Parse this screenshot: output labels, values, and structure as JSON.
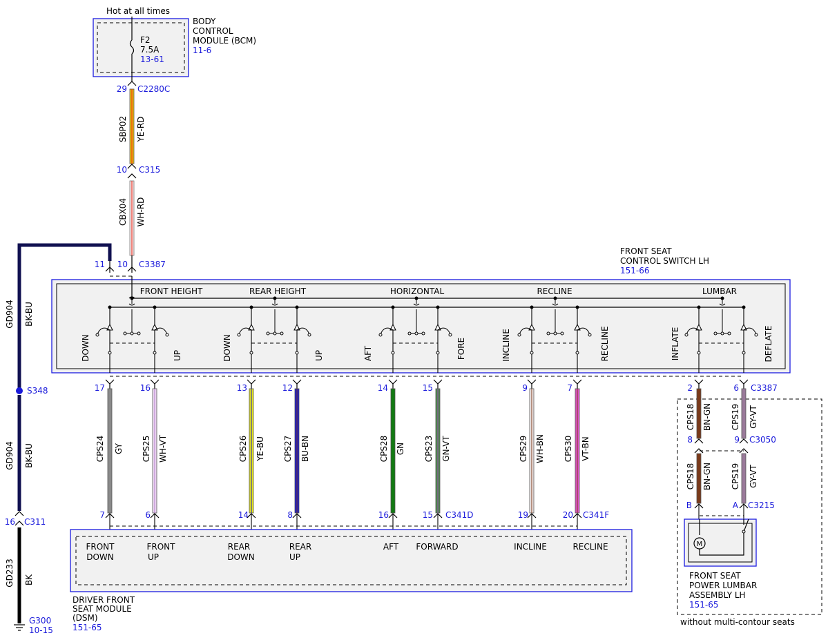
{
  "colors": {
    "ref_blue": "#1a1adb",
    "wire_GY": "#8a8a8a",
    "wire_WH-VT": "#d9b8e6",
    "wire_YE-BU": "#e6e61a",
    "wire_BU-BN": "#1a1acc",
    "wire_GN": "#127a12",
    "wire_GN-VT": "#4d8a4d",
    "wire_WH-BN": "#c9a9a9",
    "wire_VT-BN": "#e055c8",
    "wire_BN-GN": "#7a3a1a",
    "wire_GY-VT": "#9a7a9a",
    "wire_YE-RD": "#f0c010",
    "wire_WH-RD": "#f0b0b0",
    "wire_BK-BU": "#101050",
    "wire_BK": "#000000"
  },
  "power": {
    "label": "Hot at all times"
  },
  "bcm": {
    "name_line1": "BODY",
    "name_line2": "CONTROL",
    "name_line3": "MODULE (BCM)",
    "ref": "11-6",
    "fuse_name": "F2",
    "fuse_rating": "7.5A",
    "fuse_ref": "13-61",
    "pin": "29",
    "connector": "C2280C"
  },
  "feed_wire": {
    "circuit": "SBP02",
    "color": "YE-RD"
  },
  "c315": {
    "pin": "10",
    "connector": "C315"
  },
  "cbx_wire": {
    "circuit": "CBX04",
    "color": "WH-RD"
  },
  "switch": {
    "name_line1": "FRONT SEAT",
    "name_line2": "CONTROL SWITCH LH",
    "ref": "151-66",
    "top_connector": "C3387",
    "top_pin_ground": "11",
    "top_pin_power": "10",
    "groups": [
      {
        "label": "FRONT HEIGHT",
        "left": "DOWN",
        "right": "UP"
      },
      {
        "label": "REAR HEIGHT",
        "left": "DOWN",
        "right": "UP"
      },
      {
        "label": "HORIZONTAL",
        "left": "AFT",
        "right": "FORE"
      },
      {
        "label": "RECLINE",
        "left": "INCLINE",
        "right": "RECLINE"
      },
      {
        "label": "LUMBAR",
        "left": "INFLATE",
        "right": "DEFLATE"
      }
    ],
    "bottom_connector": "C3387"
  },
  "ground_wire": {
    "circuit": "GD904",
    "color": "BK-BU",
    "splice": "S348",
    "circuit2": "GD904",
    "color2": "BK-BU",
    "c311_pin": "16",
    "c311": "C311",
    "circuit3": "GD233",
    "color3": "BK",
    "ground": "G300",
    "ground_ref": "10-15"
  },
  "wires": [
    {
      "top_pin": "17",
      "circuit": "CPS24",
      "color": "GY",
      "bottom_pin": "7"
    },
    {
      "top_pin": "16",
      "circuit": "CPS25",
      "color": "WH-VT",
      "bottom_pin": "6"
    },
    {
      "top_pin": "13",
      "circuit": "CPS26",
      "color": "YE-BU",
      "bottom_pin": "14"
    },
    {
      "top_pin": "12",
      "circuit": "CPS27",
      "color": "BU-BN",
      "bottom_pin": "8"
    },
    {
      "top_pin": "14",
      "circuit": "CPS28",
      "color": "GN",
      "bottom_pin": "16"
    },
    {
      "top_pin": "15",
      "circuit": "CPS23",
      "color": "GN-VT",
      "bottom_pin": "15"
    },
    {
      "top_pin": "9",
      "circuit": "CPS29",
      "color": "WH-BN",
      "bottom_pin": "19"
    },
    {
      "top_pin": "7",
      "circuit": "CPS30",
      "color": "VT-BN",
      "bottom_pin": "20"
    }
  ],
  "dsm_connectors": {
    "left": "C341D",
    "right": "C341F"
  },
  "dsm": {
    "inputs": [
      {
        "line1": "FRONT",
        "line2": "DOWN"
      },
      {
        "line1": "FRONT",
        "line2": "UP"
      },
      {
        "line1": "REAR",
        "line2": "DOWN"
      },
      {
        "line1": "REAR",
        "line2": "UP"
      },
      {
        "line1": "AFT",
        "line2": ""
      },
      {
        "line1": "FORWARD",
        "line2": ""
      },
      {
        "line1": "INCLINE",
        "line2": ""
      },
      {
        "line1": "RECLINE",
        "line2": ""
      }
    ],
    "name_line1": "DRIVER FRONT",
    "name_line2": "SEAT MODULE",
    "name_line3": "(DSM)",
    "ref": "151-65"
  },
  "lumbar": {
    "wire_a_top_pin": "2",
    "wire_b_top_pin": "6",
    "circuit_a": "CPS18",
    "color_a": "BN-GN",
    "circuit_b": "CPS19",
    "color_b": "GY-VT",
    "mid_pin_a": "8",
    "mid_pin_b": "9",
    "mid_connector": "C3050",
    "circuit_a2": "CPS18",
    "color_a2": "BN-GN",
    "circuit_b2": "CPS19",
    "color_b2": "GY-VT",
    "bottom_pin_a": "B",
    "bottom_pin_b": "A",
    "bottom_connector": "C3215",
    "motor_symbol": "M",
    "name_line1": "FRONT SEAT",
    "name_line2": "POWER LUMBAR",
    "name_line3": "ASSEMBLY LH",
    "ref": "151-65",
    "note": "without multi-contour seats"
  }
}
